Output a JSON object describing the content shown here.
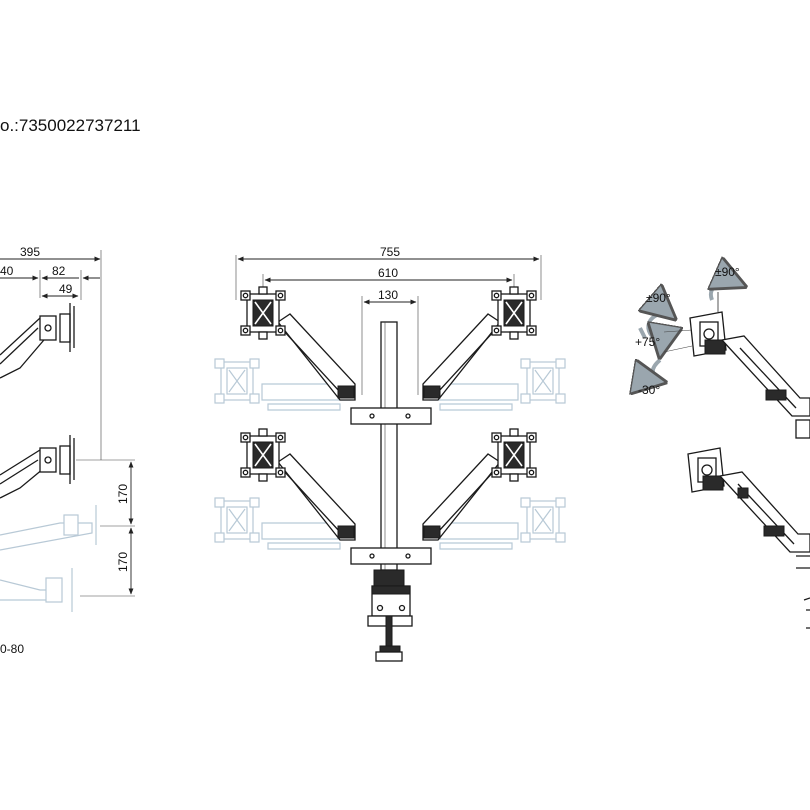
{
  "header": {
    "ean_text": "o.:7350022737211"
  },
  "left_view": {
    "dims": {
      "width_395": "395",
      "partial_40": "40",
      "d_82": "82",
      "d_49": "49",
      "h_170_upper": "170",
      "h_170_lower": "170"
    },
    "clamp_note": "0-80"
  },
  "front_view": {
    "dims": {
      "d_755": "755",
      "d_610": "610",
      "d_130": "130"
    }
  },
  "right_view": {
    "rotations": {
      "swivel": "±90°",
      "tilt": "±90°",
      "tilt_up": "+75°",
      "tilt_down": "-30°"
    }
  },
  "colors": {
    "ink": "#1a1a1a",
    "ghost": "#b8c9d6",
    "background": "#ffffff"
  }
}
